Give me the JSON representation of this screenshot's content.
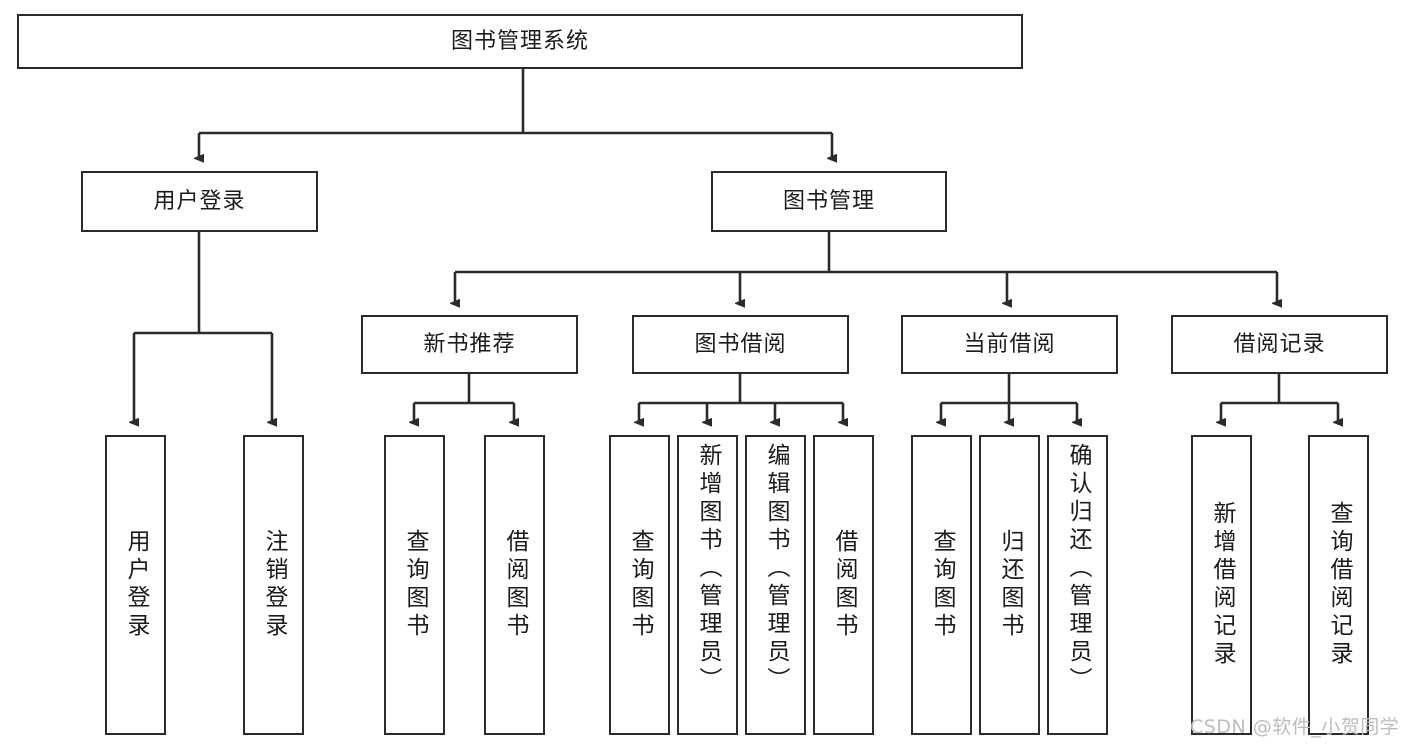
{
  "diagram": {
    "title": "图书管理系统",
    "watermark": "CSDN @软件_小贺同学",
    "line_color": "#2b2b2b",
    "box_fill": "#ffffff",
    "text_color": "#1b1b1b",
    "watermark_color": "#bdbdbd",
    "nodes": {
      "root": "图书管理系统",
      "user_login": "用户登录",
      "book_manage": "图书管理",
      "new_book_rec": "新书推荐",
      "book_borrow": "图书借阅",
      "current_borrow": "当前借阅",
      "borrow_record": "借阅记录",
      "leaf_user_login": "用户登录",
      "leaf_logout": "注销登录",
      "leaf_query_book_1": "查询图书",
      "leaf_borrow_book_1": "借阅图书",
      "leaf_query_book_2": "查询图书",
      "leaf_add_book": "新增图书（管理员）",
      "leaf_edit_book": "编辑图书（管理员）",
      "leaf_borrow_book_2": "借阅图书",
      "leaf_query_book_3": "查询图书",
      "leaf_return_book": "归还图书",
      "leaf_confirm_return": "确认归还（管理员）",
      "leaf_add_record": "新增借阅记录",
      "leaf_query_record": "查询借阅记录"
    }
  }
}
